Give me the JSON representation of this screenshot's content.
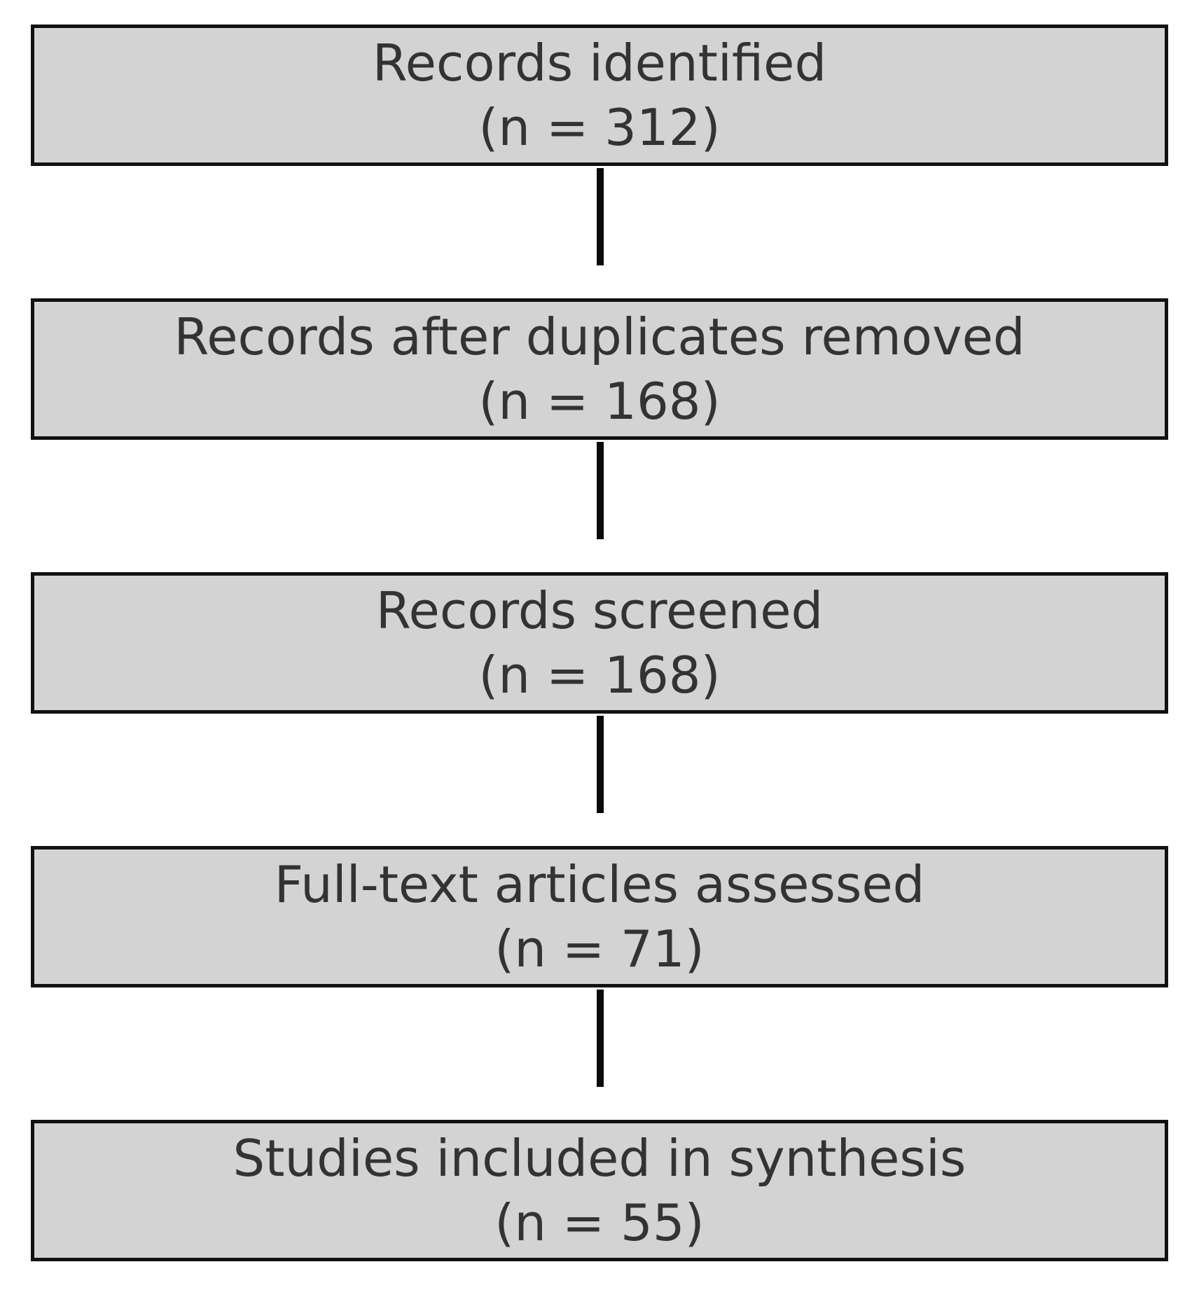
{
  "colors": {
    "box_fill": "#d3d3d3",
    "box_border": "#111111",
    "text": "#333333",
    "connector": "#0a0a0a",
    "background": "#ffffff"
  },
  "flow": {
    "steps": [
      {
        "label": "Records identified",
        "count": "(n = 312)"
      },
      {
        "label": "Records after duplicates removed",
        "count": "(n = 168)"
      },
      {
        "label": "Records screened",
        "count": "(n = 168)"
      },
      {
        "label": "Full-text articles assessed",
        "count": "(n = 71)"
      },
      {
        "label": "Studies included in synthesis",
        "count": "(n = 55)"
      }
    ]
  }
}
